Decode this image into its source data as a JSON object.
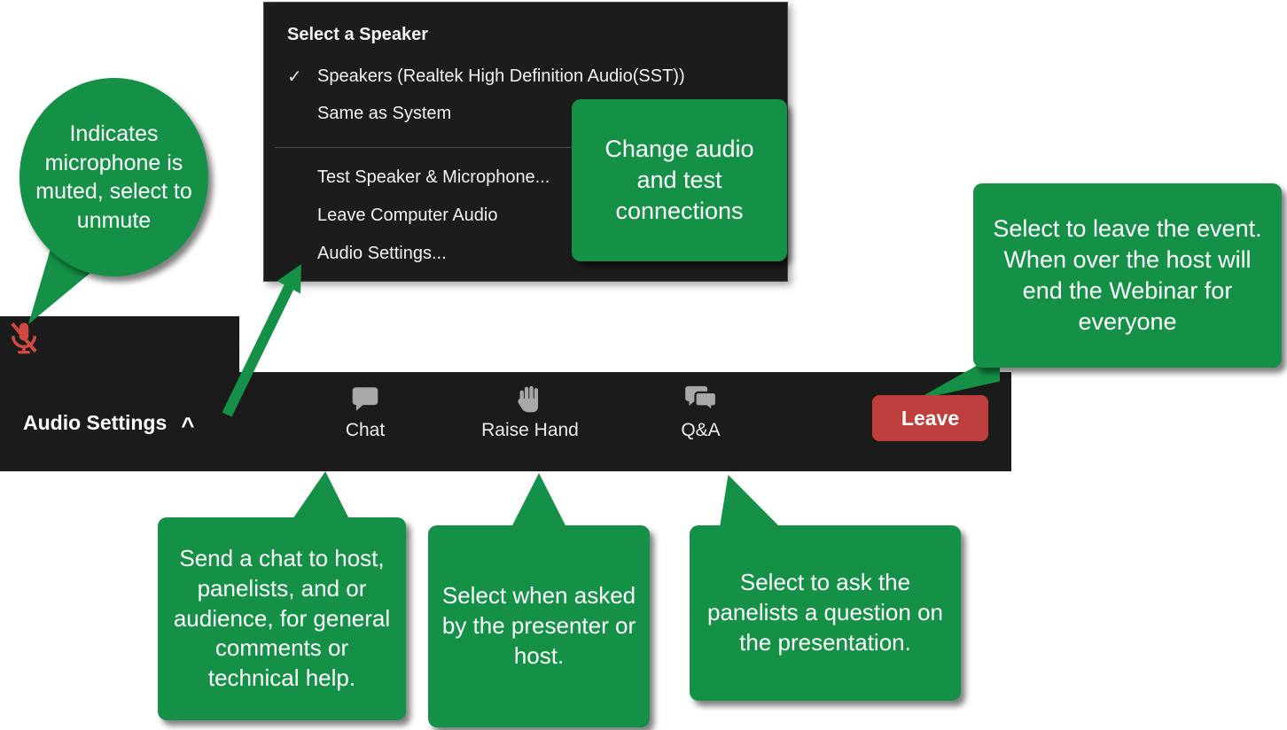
{
  "colors": {
    "annotation_green": "#159147",
    "toolbar_bg": "#1b1b1b",
    "menu_bg": "#1c1c1c",
    "leave_red": "#bf3f3c",
    "icon_gray": "#a8a8a8",
    "mic_red": "#d04a42"
  },
  "speaker_menu": {
    "title": "Select a Speaker",
    "devices": [
      {
        "label": "Speakers (Realtek High Definition Audio(SST))",
        "selected": true
      },
      {
        "label": "Same as System",
        "selected": false
      }
    ],
    "actions": [
      {
        "label": "Test Speaker & Microphone..."
      },
      {
        "label": "Leave Computer Audio"
      },
      {
        "label": "Audio Settings..."
      }
    ]
  },
  "toolbar": {
    "audio_settings_label": "Audio Settings",
    "chat_label": "Chat",
    "raise_hand_label": "Raise Hand",
    "qa_label": "Q&A",
    "leave_label": "Leave"
  },
  "icons": {
    "check": "✓",
    "chevron_up": "^"
  },
  "callouts": {
    "mic_muted": "Indicates microphone is muted, select to unmute",
    "change_audio": "Change audio and test connections",
    "leave": "Select to leave the event. When over the host will end the Webinar for everyone",
    "chat": "Send a chat to host, panelists, and or audience, for general comments or technical help.",
    "raise_hand": "Select when asked by the presenter or host.",
    "qa": "Select to ask the panelists a question on the presentation."
  }
}
